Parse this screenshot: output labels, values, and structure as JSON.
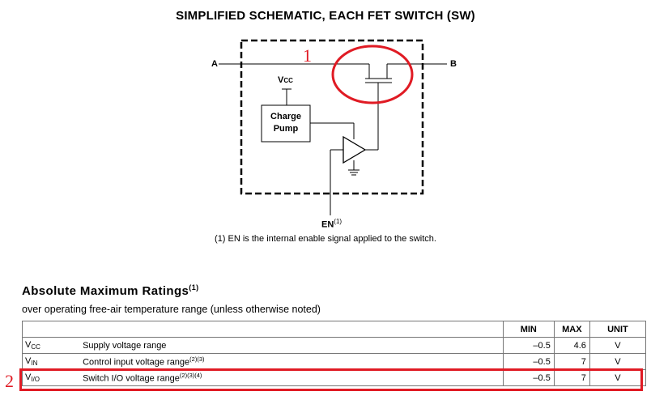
{
  "schematic": {
    "title": "SIMPLIFIED SCHEMATIC, EACH FET SWITCH (SW)",
    "label_a": "A",
    "label_b": "B",
    "label_vcc_main": "V",
    "label_vcc_sub": "CC",
    "charge_pump_line1": "Charge",
    "charge_pump_line2": "Pump",
    "label_en": "EN",
    "label_en_sup": "(1)",
    "footnote": "(1) EN is the internal enable signal applied to the switch."
  },
  "annotations": {
    "marker_1": "1",
    "marker_2": "2",
    "color": "#e01b24"
  },
  "ratings": {
    "title": "Absolute Maximum Ratings",
    "title_sup": "(1)",
    "subtitle": "over operating free-air temperature range (unless otherwise noted)",
    "headers": {
      "min": "MIN",
      "max": "MAX",
      "unit": "UNIT"
    },
    "rows": [
      {
        "sym": "V",
        "sym_sub": "CC",
        "desc": "Supply voltage range",
        "desc_sup": "",
        "min": "–0.5",
        "max": "4.6",
        "unit": "V"
      },
      {
        "sym": "V",
        "sym_sub": "IN",
        "desc": "Control input voltage range",
        "desc_sup": "(2)(3)",
        "min": "–0.5",
        "max": "7",
        "unit": "V"
      },
      {
        "sym": "V",
        "sym_sub": "I/O",
        "desc": "Switch I/O voltage range",
        "desc_sup": "(2)(3)(4)",
        "min": "–0.5",
        "max": "7",
        "unit": "V"
      }
    ]
  }
}
